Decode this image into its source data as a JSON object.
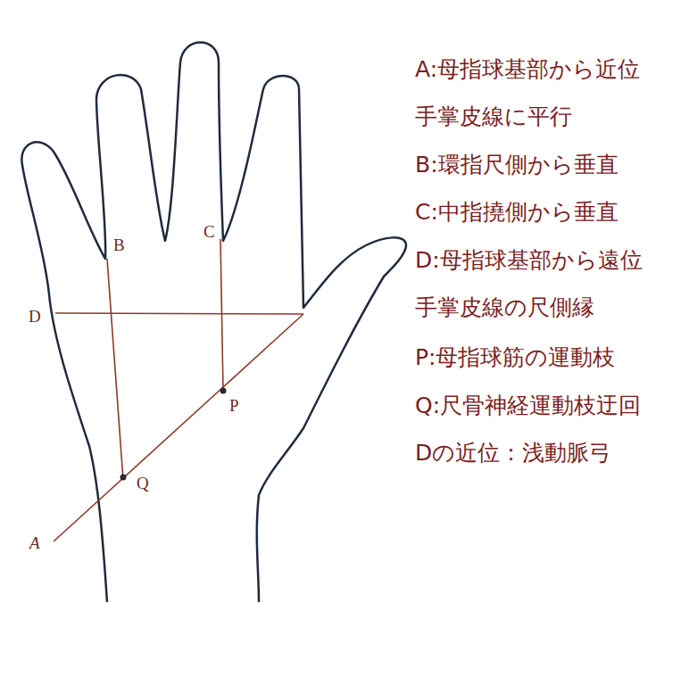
{
  "diagram": {
    "labels": [
      "A:母指球基部から近位",
      "手掌皮線に平行",
      "B:環指尺側から垂直",
      "C:中指撓側から垂直",
      "D:母指球基部から遠位",
      "手掌皮線の尺側縁",
      "P:母指球筋の運動枝",
      "Q:尺骨神経運動枝迂回",
      "Dの近位：浅動脈弓",
      "B",
      "C",
      "D",
      "P",
      "Q",
      "A"
    ]
  }
}
